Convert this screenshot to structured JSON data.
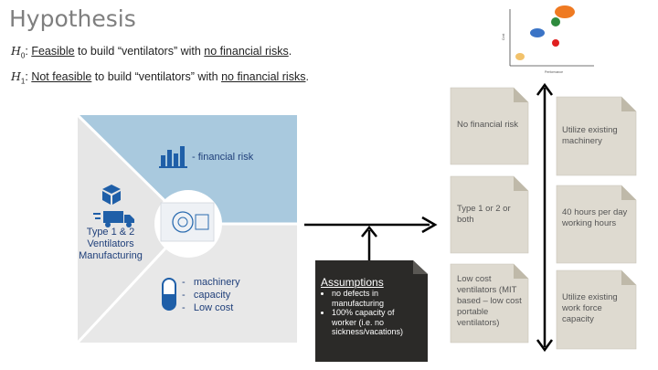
{
  "title": "Hypothesis",
  "h0": {
    "symbol": "H",
    "subscript": "0",
    "sep": ": ",
    "parts": [
      "Feasible",
      " to build “ventilators” with ",
      "no financial risks",
      "."
    ]
  },
  "h1": {
    "symbol": "H",
    "subscript": "1",
    "sep": ": ",
    "parts": [
      "Not feasible",
      " to build “ventilators” with ",
      "no financial risks",
      "."
    ]
  },
  "panel": {
    "left_label": "Type 1 & 2 Ventilators Manufacturing",
    "top_label": "- financial risk",
    "bottom_items": [
      "machinery",
      "capacity",
      "Low cost"
    ],
    "colors": {
      "top": "#a9c9de",
      "left": "#e6e6e6",
      "bottom": "#e8e8e8",
      "icon": "#1f5fa8"
    }
  },
  "assumptions": {
    "title": "Assumptions",
    "items": [
      "no defects in manufacturing",
      "100% capacity of worker (i.e. no sickness/vacations)"
    ]
  },
  "left_notes": [
    "No financial risk",
    "Type 1 or 2 or both",
    "Low cost ventilators (MIT based – low cost portable ventilators)"
  ],
  "right_notes": [
    "Utilize existing machinery",
    "40 hours per day working hours",
    "Utilize existing work force capacity"
  ],
  "thumbnail": {
    "xlabel": "Performance",
    "ylabel": "Cost"
  }
}
